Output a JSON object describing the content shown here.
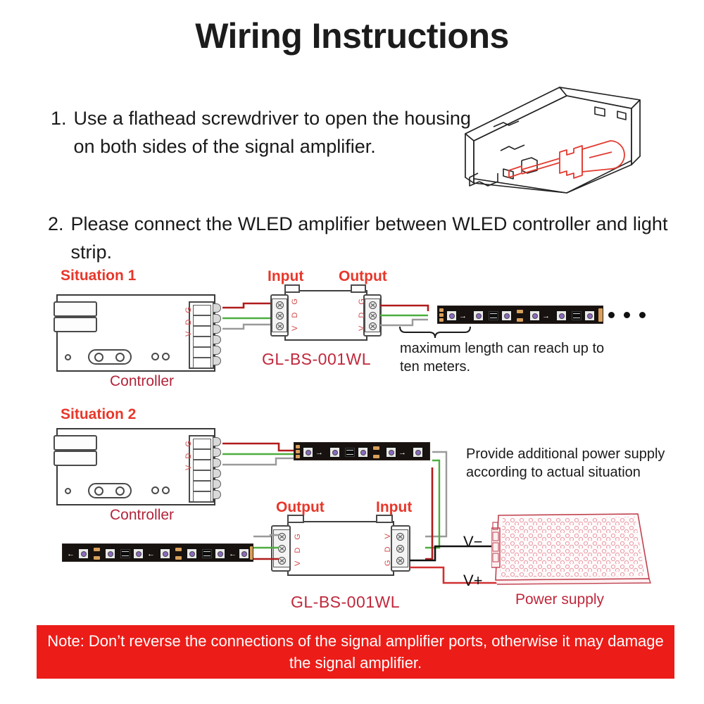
{
  "page": {
    "title": "Wiring Instructions",
    "background_color": "#ffffff",
    "accent_red": "#e8372a",
    "crimson": "#b3243a",
    "banner_red": "#ec1c18"
  },
  "steps": [
    {
      "number": "1.",
      "text": "Use a flathead screwdriver to open the housing on both sides of the signal amplifier."
    },
    {
      "number": "2.",
      "text": "Please connect the WLED amplifier between WLED controller and light strip."
    }
  ],
  "illustration": {
    "name": "amplifier-housing-with-screwdriver",
    "screwdriver_color": "#e23b30",
    "housing_outline_color": "#222222"
  },
  "situation1": {
    "label": "Situation 1",
    "controller_label": "Controller",
    "input_label": "Input",
    "output_label": "Output",
    "part_number": "GL-BS-001WL",
    "note": "maximum length can reach up to ten meters.",
    "controller_terminal_letters": "V D G",
    "amp_input_letters": "V D G",
    "amp_output_letters": "V D G",
    "wires": [
      {
        "name": "power-wire",
        "color": "#b01b1b"
      },
      {
        "name": "data-wire",
        "color": "#4cae3f"
      },
      {
        "name": "ground-wire",
        "color": "#9a9a9a"
      }
    ],
    "ellipsis_dots": 3
  },
  "situation2": {
    "label": "Situation 2",
    "controller_label": "Controller",
    "input_label": "Input",
    "output_label": "Output",
    "part_number": "GL-BS-001WL",
    "note": "Provide additional power supply according to actual situation",
    "power_supply_label": "Power supply",
    "v_minus_label": "V−",
    "v_plus_label": "V+",
    "controller_terminal_letters": "V D G",
    "amp_output_letters": "V D G",
    "amp_input_letters": "G D V",
    "wires": [
      {
        "name": "power-wire",
        "color": "#b01b1b"
      },
      {
        "name": "data-wire",
        "color": "#4cae3f"
      },
      {
        "name": "ground-wire",
        "color": "#9a9a9a"
      },
      {
        "name": "psu-negative-wire",
        "color": "#111111"
      },
      {
        "name": "psu-positive-wire",
        "color": "#d23030"
      }
    ]
  },
  "note_banner": {
    "text": "Note: Don’t reverse the connections of the signal amplifier ports, otherwise it may damage the signal amplifier."
  }
}
